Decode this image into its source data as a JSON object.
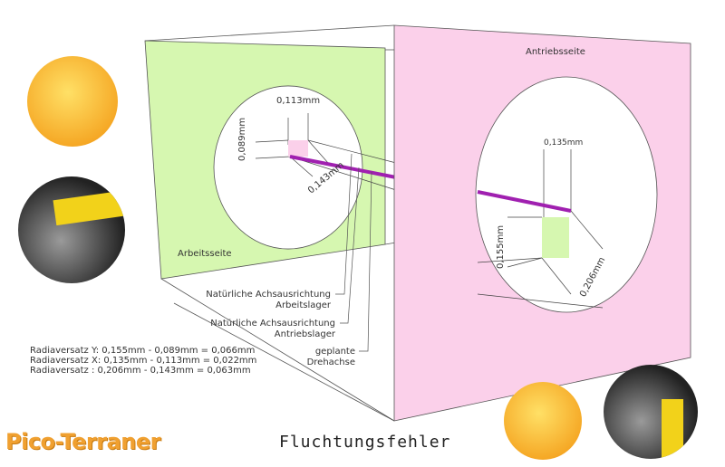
{
  "title": "Fluchtungsfehler",
  "brand": "Pico-Terraner",
  "faces": {
    "work_side": "Arbeitsseite",
    "drive_side": "Antriebsseite"
  },
  "dimensions": {
    "work_x": "0,113mm",
    "work_y": "0,089mm",
    "work_r": "0,143mm",
    "drive_x": "0,135mm",
    "drive_y": "0,155mm",
    "drive_r": "0,206mm"
  },
  "callouts": [
    {
      "line1": "Natürliche Achsausrichtung",
      "line2": "Arbeitslager"
    },
    {
      "line1": "Natürliche Achsausrichtung",
      "line2": "Antriebslager"
    },
    {
      "line1": "geplante",
      "line2": "Drehachse"
    }
  ],
  "calculations": [
    "Radiaversatz Y: 0,155mm - 0,089mm  = 0,066mm",
    "Radiaversatz X: 0,135mm - 0,113mm = 0,022mm",
    "Radiaversatz : 0,206mm - 0,143mm = 0,063mm"
  ],
  "colors": {
    "green": "#d6f7b0",
    "pink": "#fbd0ea",
    "axis": "#a020b0",
    "brand": "#f0a030"
  }
}
